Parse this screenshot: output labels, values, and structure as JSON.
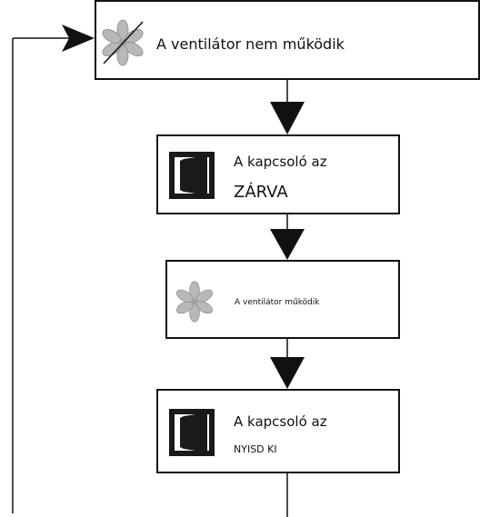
{
  "steps": [
    {
      "id": "fan-not-working",
      "text": "A ventilátor nem működik",
      "icon": "fan-crossed-icon"
    },
    {
      "id": "switch-closed",
      "line1": "A kapcsoló az",
      "line2": "ZÁRVA",
      "icon": "rocker-switch-icon"
    },
    {
      "id": "fan-working",
      "text": "A ventilátor működik",
      "icon": "fan-icon"
    },
    {
      "id": "switch-open",
      "line1": "A kapcsoló az",
      "line2": "NYISD KI",
      "icon": "rocker-switch-icon"
    }
  ],
  "colors": {
    "line": "#111111",
    "fan_blade": "#b8b8b8",
    "fan_blade_stroke": "#8c8c8c",
    "switch_dark": "#1a1a1a",
    "switch_light": "#ffffff"
  }
}
